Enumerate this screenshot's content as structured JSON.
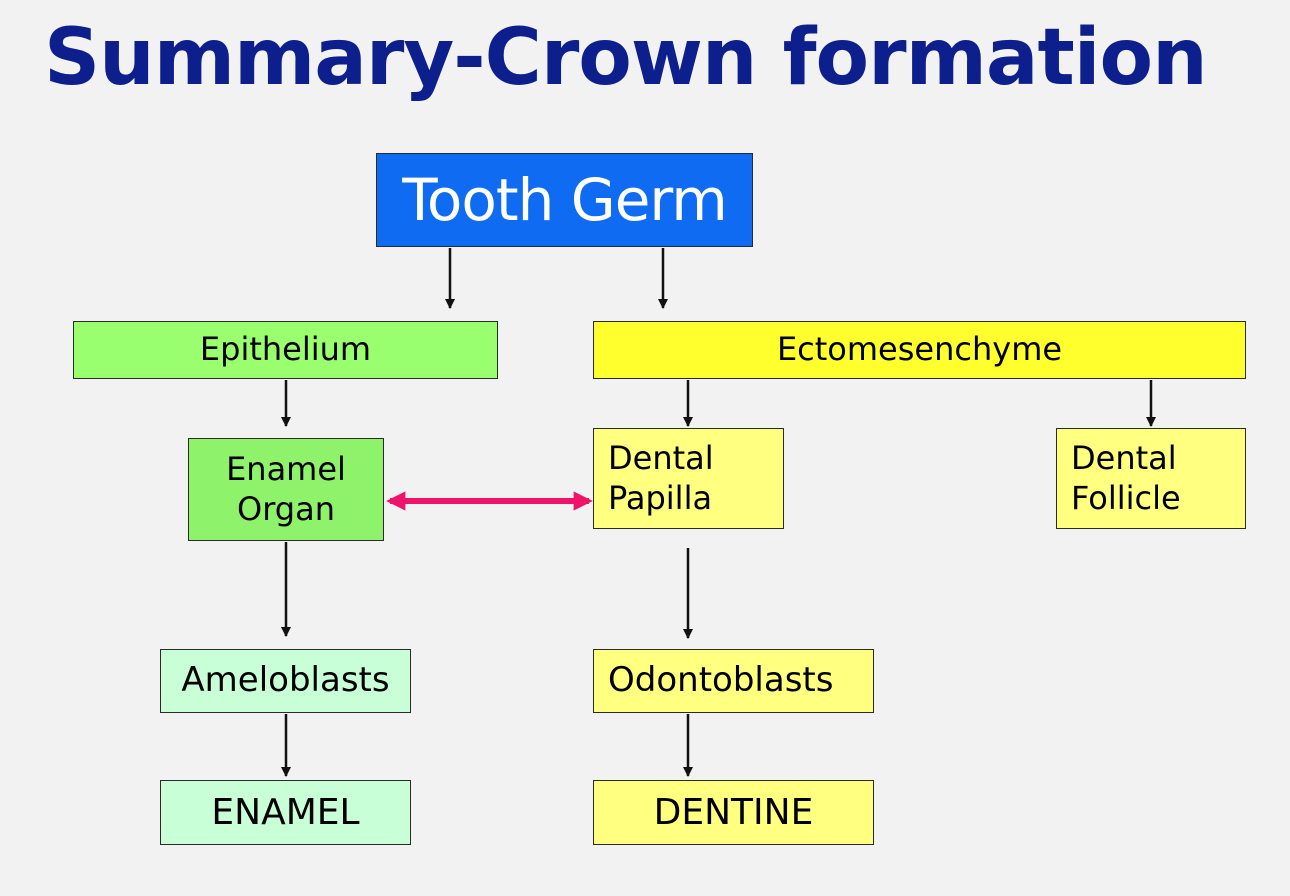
{
  "title": "Summary-Crown formation",
  "colors": {
    "title": "#0d1f8c",
    "tooth_germ_fill": "#0f6cf2",
    "epithelium_fill": "#99ff6e",
    "enamel_organ_fill": "#8ff26b",
    "green_light_fill": "#c9ffd6",
    "ectomesenchyme_fill": "#ffff2e",
    "yellow_light_fill": "#ffff80",
    "arrow": "#111111",
    "interaction_arrow": "#ee1469"
  },
  "nodes": {
    "tooth_germ": "Tooth Germ",
    "epithelium": "Epithelium",
    "ectomesenchyme": "Ectomesenchyme",
    "enamel_organ": [
      "Enamel",
      "Organ"
    ],
    "dental_papilla": [
      "Dental",
      "Papilla"
    ],
    "dental_follicle": [
      "Dental",
      "Follicle"
    ],
    "ameloblasts": "Ameloblasts",
    "odontoblasts": "Odontoblasts",
    "enamel": "ENAMEL",
    "dentine": "DENTINE"
  }
}
